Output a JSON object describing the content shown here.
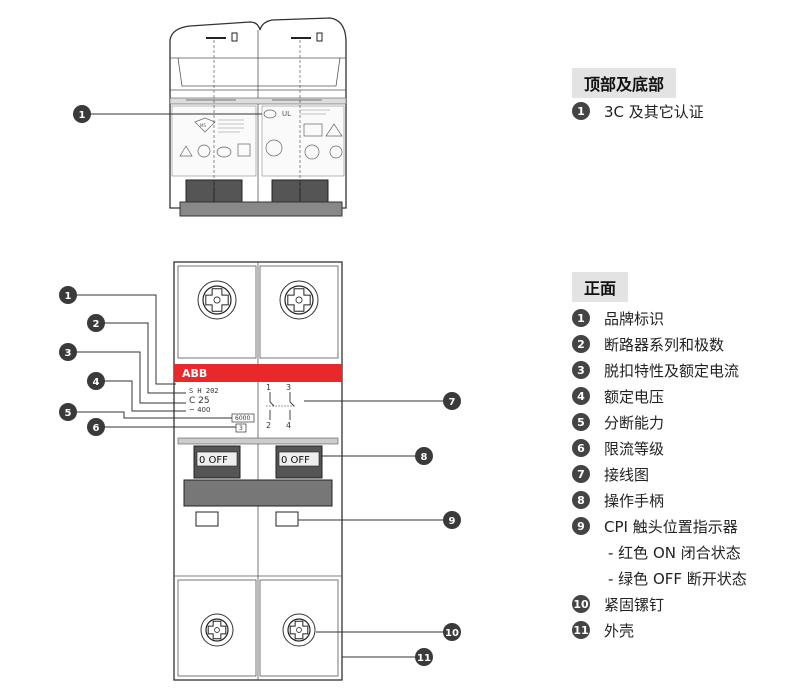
{
  "top_section": {
    "heading": "顶部及底部",
    "items": [
      {
        "num": "1",
        "label": "3C 及其它认证"
      }
    ]
  },
  "front_section": {
    "heading": "正面",
    "items": [
      {
        "num": "1",
        "label": "品牌标识"
      },
      {
        "num": "2",
        "label": "断路器系列和极数"
      },
      {
        "num": "3",
        "label": "脱扣特性及额定电流"
      },
      {
        "num": "4",
        "label": "额定电压"
      },
      {
        "num": "5",
        "label": "分断能力"
      },
      {
        "num": "6",
        "label": "限流等级"
      },
      {
        "num": "7",
        "label": "接线图"
      },
      {
        "num": "8",
        "label": "操作手柄"
      },
      {
        "num": "9",
        "label": "CPI 触头位置指示器"
      }
    ],
    "sub_items": [
      "- 红色 ON 闭合状态",
      "- 绿色 OFF 断开状态"
    ],
    "items_after": [
      {
        "num": "10",
        "label": "紧固镙钉"
      },
      {
        "num": "11",
        "label": "外壳"
      }
    ]
  },
  "device": {
    "brand": "ABB",
    "series": "S H 202",
    "curve_rating": "C 25",
    "voltage": "~ 400",
    "breaking_capacity": "6000",
    "limiting_class": "3",
    "terminal_top_left": "1",
    "terminal_top_right": "3",
    "terminal_bottom_left": "2",
    "terminal_bottom_right": "4",
    "handle_left": "0 OFF",
    "handle_right": "0 OFF",
    "brand_color": "#e8282b"
  },
  "callouts_top": [
    "1"
  ],
  "callouts_front": [
    "1",
    "2",
    "3",
    "4",
    "5",
    "6",
    "7",
    "8",
    "9",
    "10",
    "11"
  ]
}
